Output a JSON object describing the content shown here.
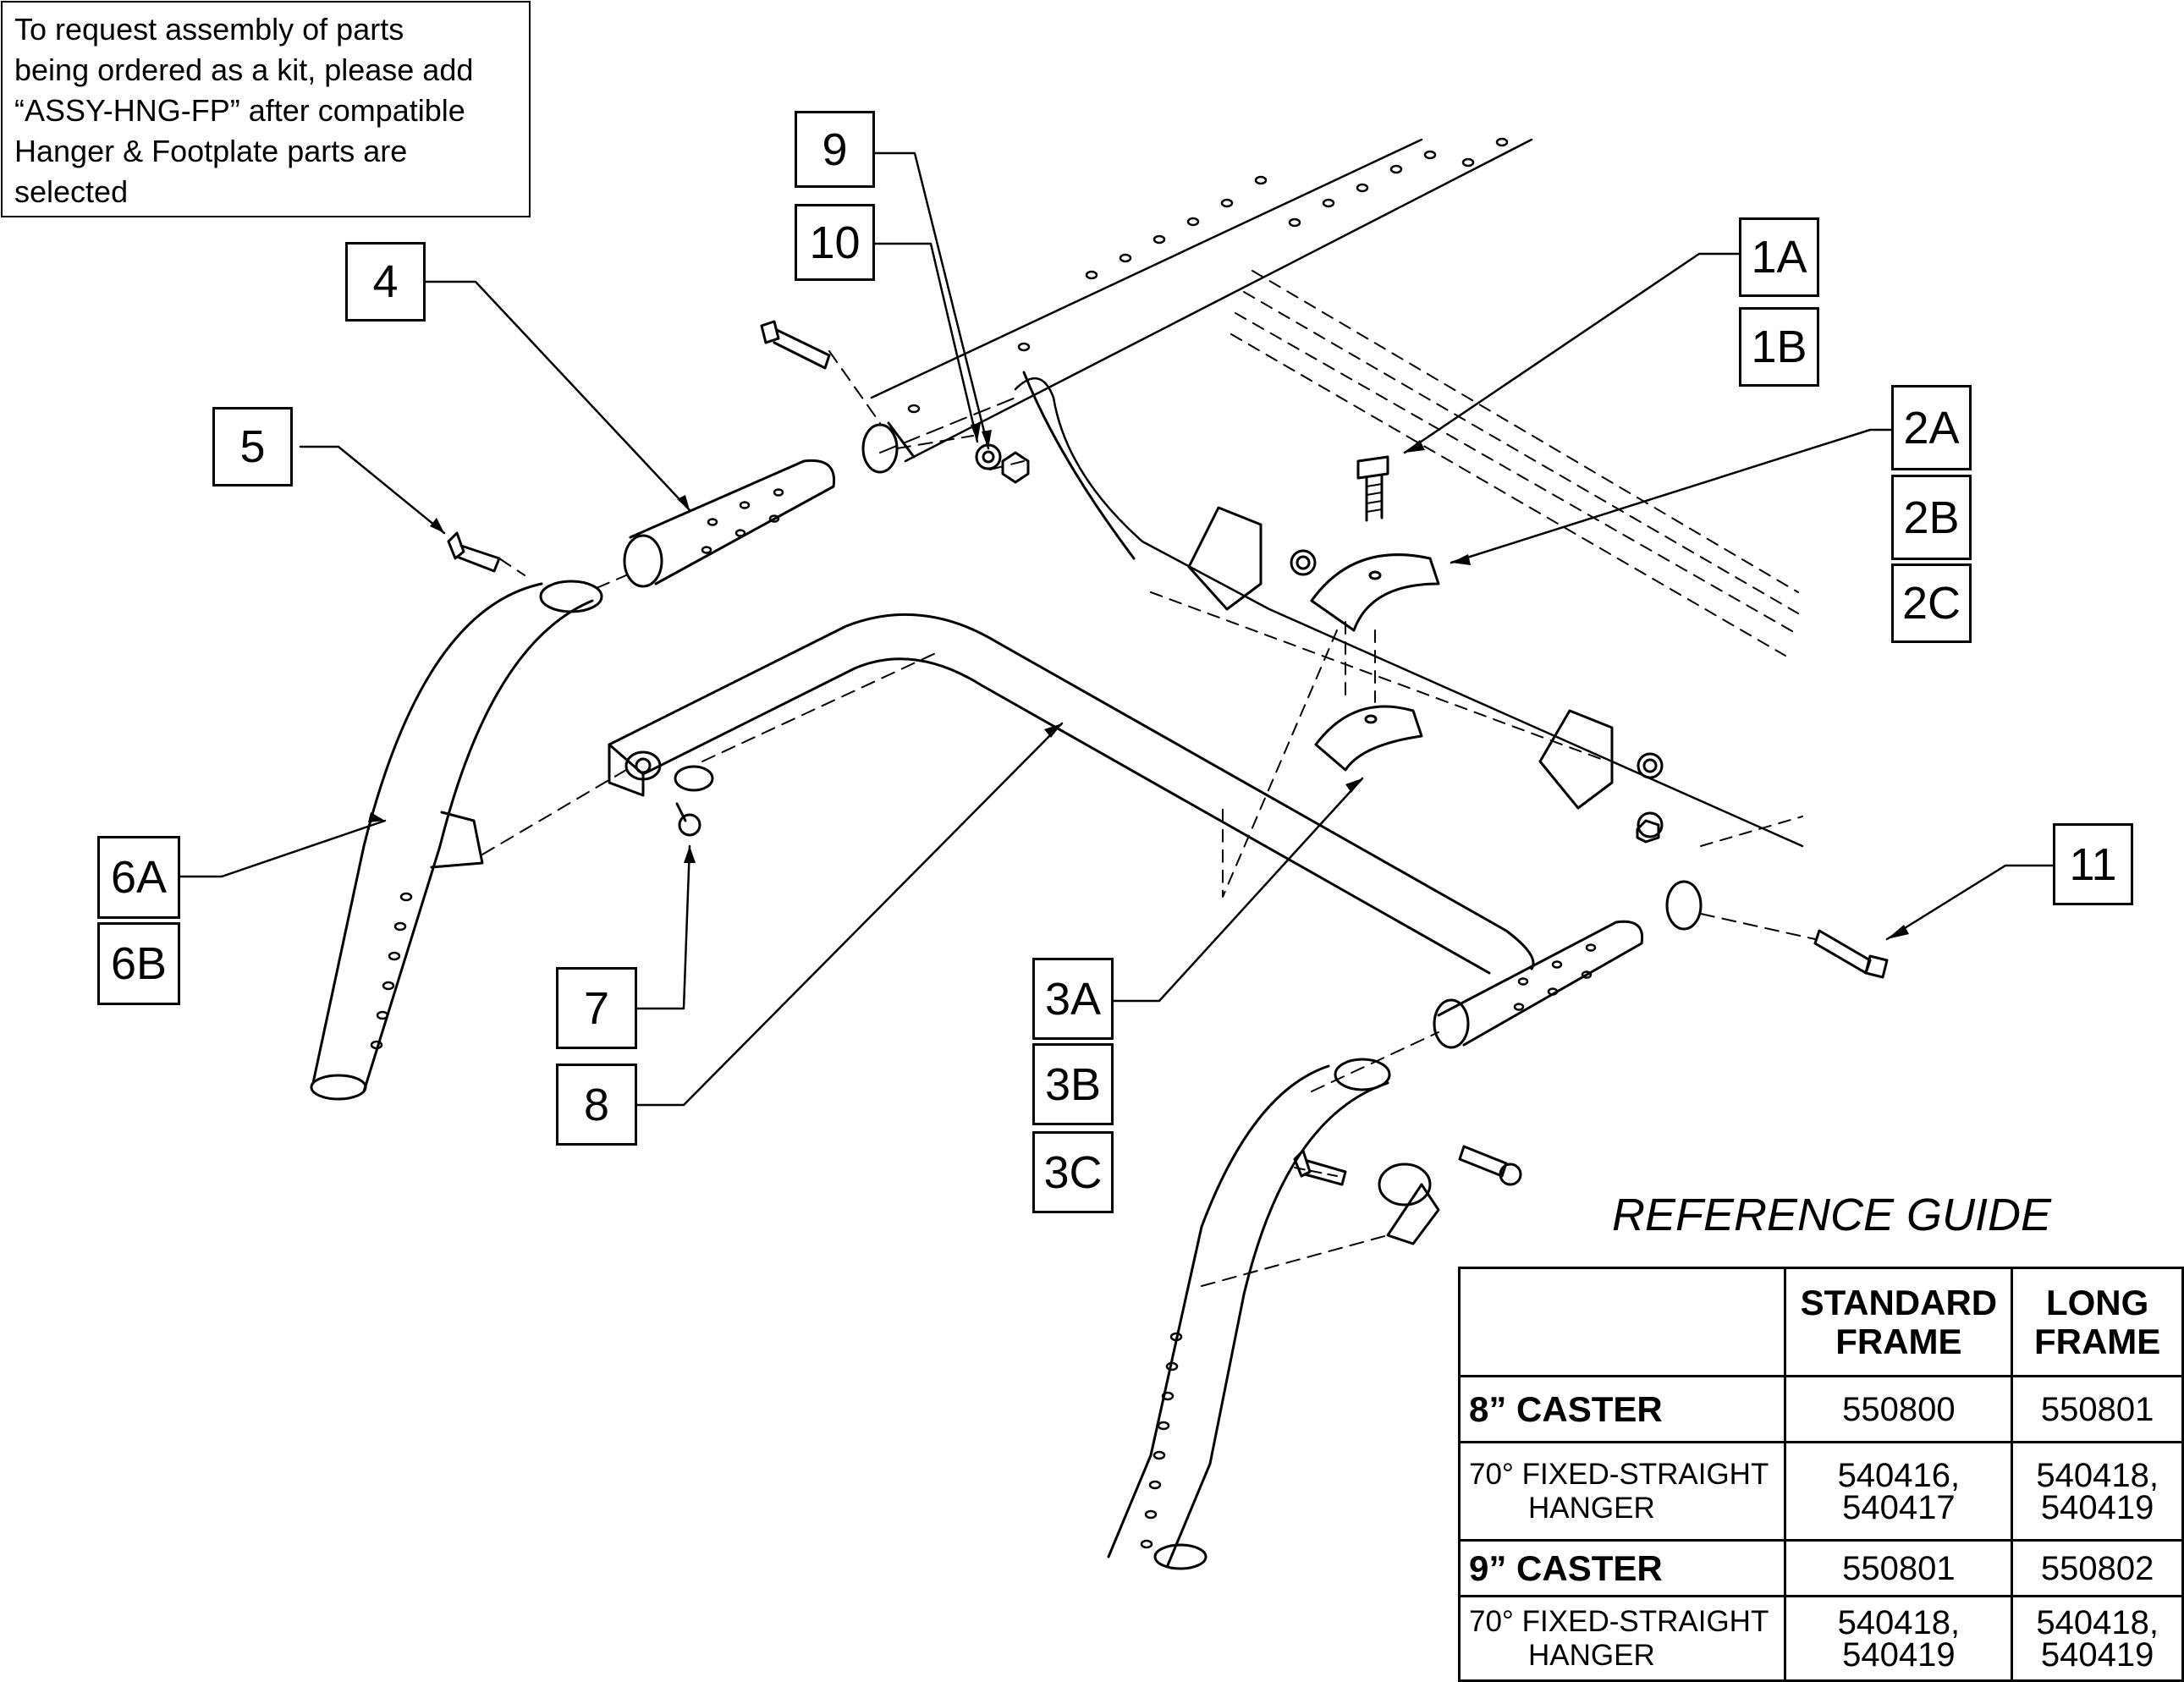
{
  "note": {
    "lines": [
      "To request assembly of parts",
      "being ordered as a kit, please add",
      "“ASSY-HNG-FP” after compatible",
      "Hanger & Footplate parts are",
      "selected"
    ]
  },
  "callouts": {
    "c1a": "1A",
    "c1b": "1B",
    "c2a": "2A",
    "c2b": "2B",
    "c2c": "2C",
    "c3a": "3A",
    "c3b": "3B",
    "c3c": "3C",
    "c4": "4",
    "c5": "5",
    "c6a": "6A",
    "c6b": "6B",
    "c7": "7",
    "c8": "8",
    "c9": "9",
    "c10": "10",
    "c11": "11"
  },
  "reference_guide": {
    "title": "REFERENCE GUIDE",
    "col_standard": [
      "STANDARD",
      "FRAME"
    ],
    "col_long": [
      "LONG",
      "FRAME"
    ],
    "rows": [
      {
        "label": "8” CASTER",
        "standard": "550800",
        "long": "550801"
      },
      {
        "label": [
          "70° FIXED-STRAIGHT",
          "HANGER"
        ],
        "standard": [
          "540416,",
          "540417"
        ],
        "long": [
          "540418,",
          "540419"
        ]
      },
      {
        "label": "9” CASTER",
        "standard": "550801",
        "long": "550802"
      },
      {
        "label": [
          "70° FIXED-STRAIGHT",
          "HANGER"
        ],
        "standard": [
          "540418,",
          "540419"
        ],
        "long": [
          "540418,",
          "540419"
        ]
      }
    ]
  }
}
